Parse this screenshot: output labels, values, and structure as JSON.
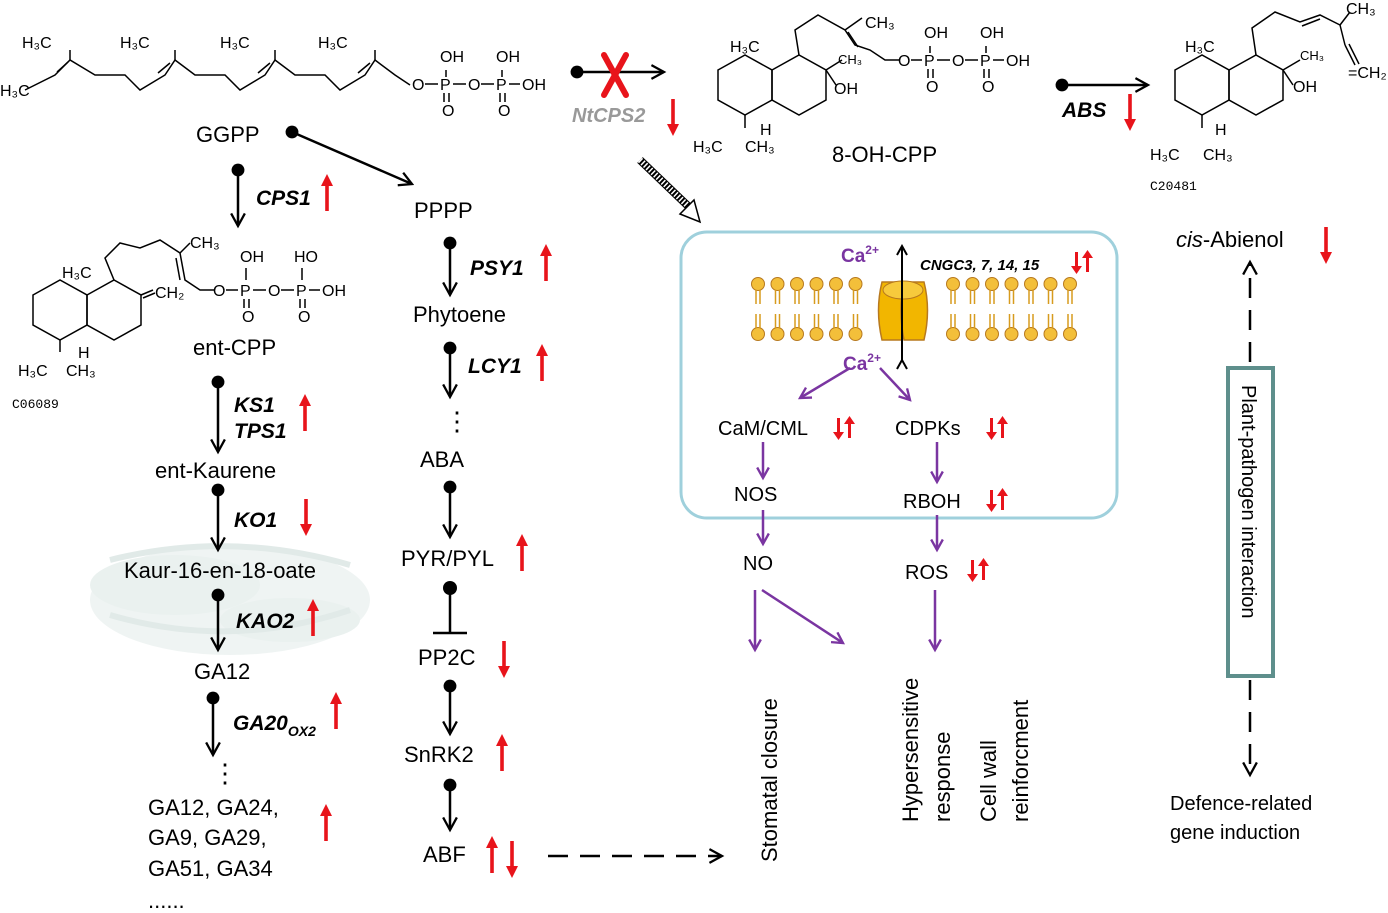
{
  "compounds": {
    "ggpp": "GGPP",
    "oh_cpp": "8-OH-CPP",
    "ent_cpp": "ent-CPP",
    "ent_cpp_code": "C06089",
    "c20481": "C20481",
    "cis_abienol_italic": "cis",
    "cis_abienol_rest": "-Abienol",
    "ent_kaurene": "ent-Kaurene",
    "kaur": "Kaur-16-en-18-oate",
    "ga12": "GA12",
    "ga_list_1": "GA12, GA24,",
    "ga_list_2": "GA9, GA29,",
    "ga_list_3": "GA51, GA34",
    "ga_list_4": "......",
    "pppp": "PPPP",
    "phytoene": "Phytoene",
    "aba": "ABA",
    "pyr": "PYR/PYL",
    "pp2c": "PP2C",
    "snrk2": "SnRK2",
    "abf": "ABF",
    "dots": "⋮"
  },
  "genes": {
    "ntcps2": "NtCPS2",
    "abs": "ABS",
    "cps1": "CPS1",
    "ks1": "KS1",
    "tps1": "TPS1",
    "ko1": "KO1",
    "kao2": "KAO2",
    "ga20_main": "GA20",
    "ga20_sub": "OX2",
    "psy1": "PSY1",
    "lcy1": "LCY1",
    "cngc": "CNGC3, 7, 14, 15"
  },
  "signaling": {
    "ca_base": "Ca",
    "ca_sup": "2+",
    "cam": "CaM/CML",
    "cdpks": "CDPKs",
    "nos": "NOS",
    "rboh": "RBOH",
    "no": "NO",
    "ros": "ROS"
  },
  "outcomes": {
    "stomatal": "Stomatal closure",
    "hyper_1": "Hypersensitive",
    "hyper_2": "response",
    "cell_1": "Cell wall",
    "cell_2": "reinforcment",
    "plant_pathogen": "Plant-pathogen interaction",
    "defence_1": "Defence-related",
    "defence_2": "gene induction"
  },
  "structure_labels": {
    "h3c": "H₃C",
    "ch3": "CH₃",
    "h": "H",
    "oh": "OH",
    "o": "O",
    "p": "P",
    "ho": "HO",
    "ch2": "CH₂",
    "eq_ch2": "=CH₂"
  },
  "colors": {
    "regulation_arrow": "#e8141b",
    "signal": "#7a35a1",
    "box_border": "#9fd0dc",
    "membrane": "#f0b429",
    "membrane_outline": "#b7791f",
    "channel": "#f2b600",
    "pp_box": "#5e8f8c"
  }
}
